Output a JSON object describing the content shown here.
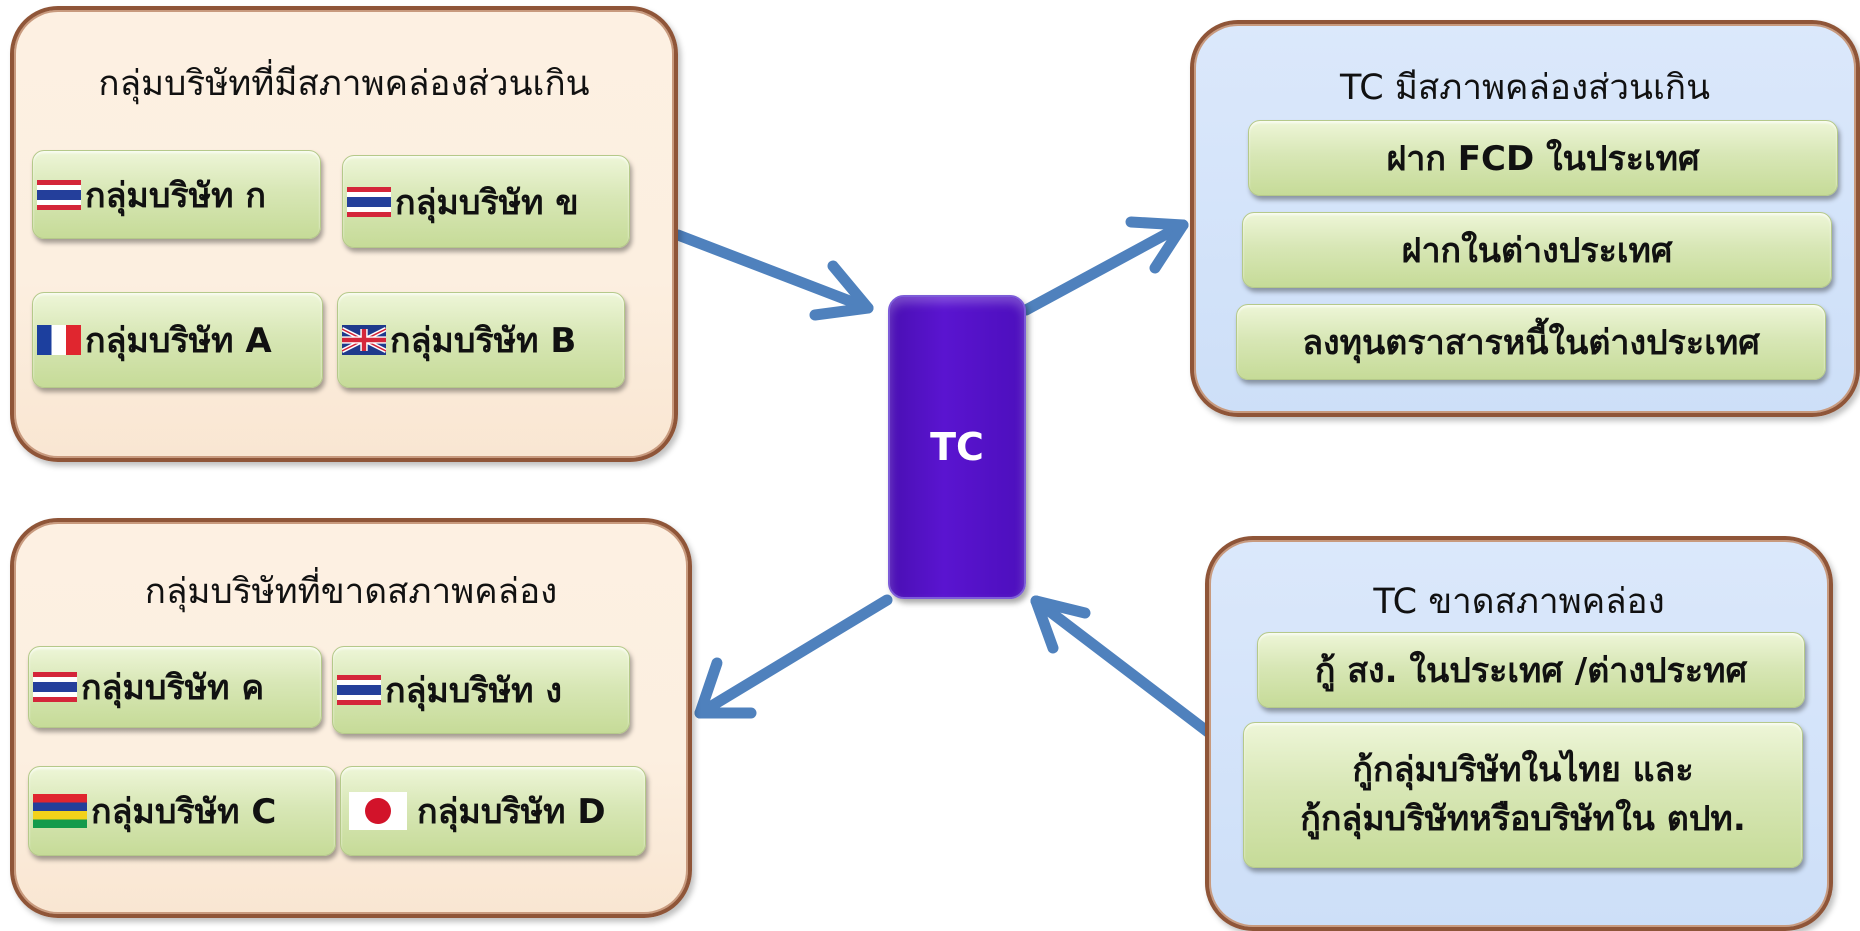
{
  "center": {
    "label": "TC"
  },
  "surplus_group": {
    "title": "กลุ่มบริษัทที่มีสภาพคล่องส่วนเกิน",
    "items": [
      {
        "label": "กลุ่มบริษัท ก",
        "flag": "thailand-flag"
      },
      {
        "label": "กลุ่มบริษัท ข",
        "flag": "thailand-flag"
      },
      {
        "label": "กลุ่มบริษัท A",
        "flag": "france-flag"
      },
      {
        "label": "กลุ่มบริษัท B",
        "flag": "uk-flag"
      }
    ]
  },
  "deficit_group": {
    "title": "กลุ่มบริษัทที่ขาดสภาพคล่อง",
    "items": [
      {
        "label": "กลุ่มบริษัท ค",
        "flag": "thailand-flag"
      },
      {
        "label": "กลุ่มบริษัท ง",
        "flag": "thailand-flag"
      },
      {
        "label": "กลุ่มบริษัท C",
        "flag": "mauritius-flag"
      },
      {
        "label": "กลุ่มบริษัท D",
        "flag": "japan-flag"
      }
    ]
  },
  "tc_surplus": {
    "title": "TC มีสภาพคล่องส่วนเกิน",
    "items": [
      "ฝาก FCD ในประเทศ",
      "ฝากในต่างประเทศ",
      "ลงทุนตราสารหนี้ในต่างประเทศ"
    ]
  },
  "tc_deficit": {
    "title": "TC ขาดสภาพคล่อง",
    "items": [
      "กู้ สง. ในประเทศ /ต่างประทศ",
      "กู้กลุ่มบริษัทในไทย และ",
      "กู้กลุ่มบริษัทหรือบริษัทใน ตปท."
    ]
  },
  "colors": {
    "arrow": "#4f81bd",
    "tc_box": "#5010c8",
    "warm_panel": "#fdf0e2",
    "cool_panel": "#d3e3f9",
    "panel_border": "#8f5538",
    "chip_green": "#d3e4ad"
  }
}
